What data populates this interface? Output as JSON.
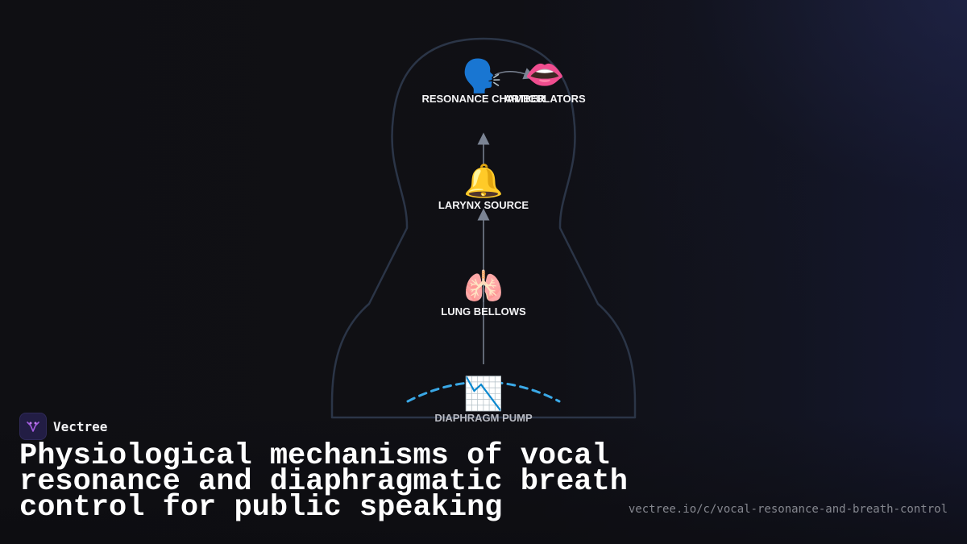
{
  "brand": {
    "name": "Vectree"
  },
  "title": "Physiological mechanisms of vocal resonance and diaphragmatic breath control for public speaking",
  "url": "vectree.io/c/vocal-resonance-and-breath-control",
  "diagram": {
    "nodes": {
      "resonance": {
        "label": "RESONANCE CHAMBER",
        "icon": "speaking-head-emoji",
        "glyph": "🗣️"
      },
      "articulators": {
        "label": "ARTICULATORS",
        "icon": "mouth-emoji",
        "glyph": "👄"
      },
      "larynx": {
        "label": "LARYNX SOURCE",
        "icon": "bell-emoji",
        "glyph": "🔔"
      },
      "lungs": {
        "label": "LUNG BELLOWS",
        "icon": "lungs-emoji",
        "glyph": "🫁"
      },
      "diaphragm": {
        "label": "DIAPHRAGM PUMP",
        "icon": "chart-decreasing-emoji",
        "glyph": "📉"
      }
    },
    "colors": {
      "outline": "#2b3547",
      "arrow": "#7b8494",
      "diaphragm_arc": "#3aa8e6",
      "background": "#101015"
    }
  }
}
